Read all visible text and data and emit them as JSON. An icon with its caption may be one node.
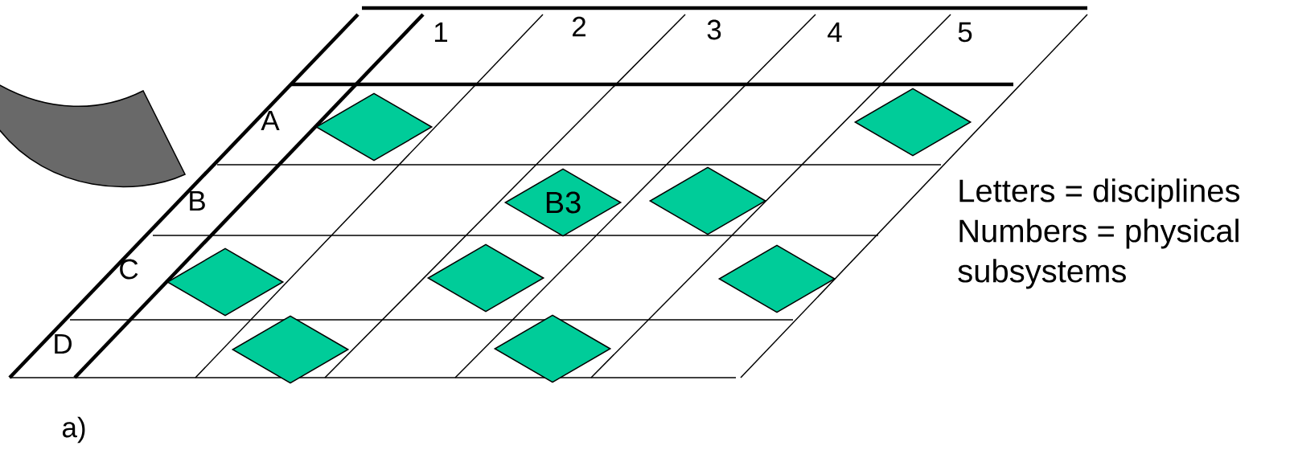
{
  "diagram": {
    "nodes": [
      {
        "text": [],
        "shape": "diamond"
      },
      {
        "text": [],
        "shape": "diamond"
      },
      {
        "text": [
          "B3"
        ]
      },
      {
        "text": [],
        "shape": "diamond"
      },
      {
        "text": [],
        "shape": "diamond"
      },
      {
        "text": [],
        "shape": "diamond"
      },
      {
        "text": [],
        "shape": "diamond"
      },
      {
        "text": [],
        "shape": "diamond"
      },
      {
        "text": [],
        "shape": "diamond"
      },
      {
        "text": [],
        "shape": "band"
      }
    ],
    "edges": [],
    "labels": [
      "1",
      "2",
      "3",
      "4",
      "5",
      "A",
      "B",
      "C",
      "D",
      "Letters = disciplines",
      "Numbers = physical subsystems",
      "a)"
    ]
  }
}
